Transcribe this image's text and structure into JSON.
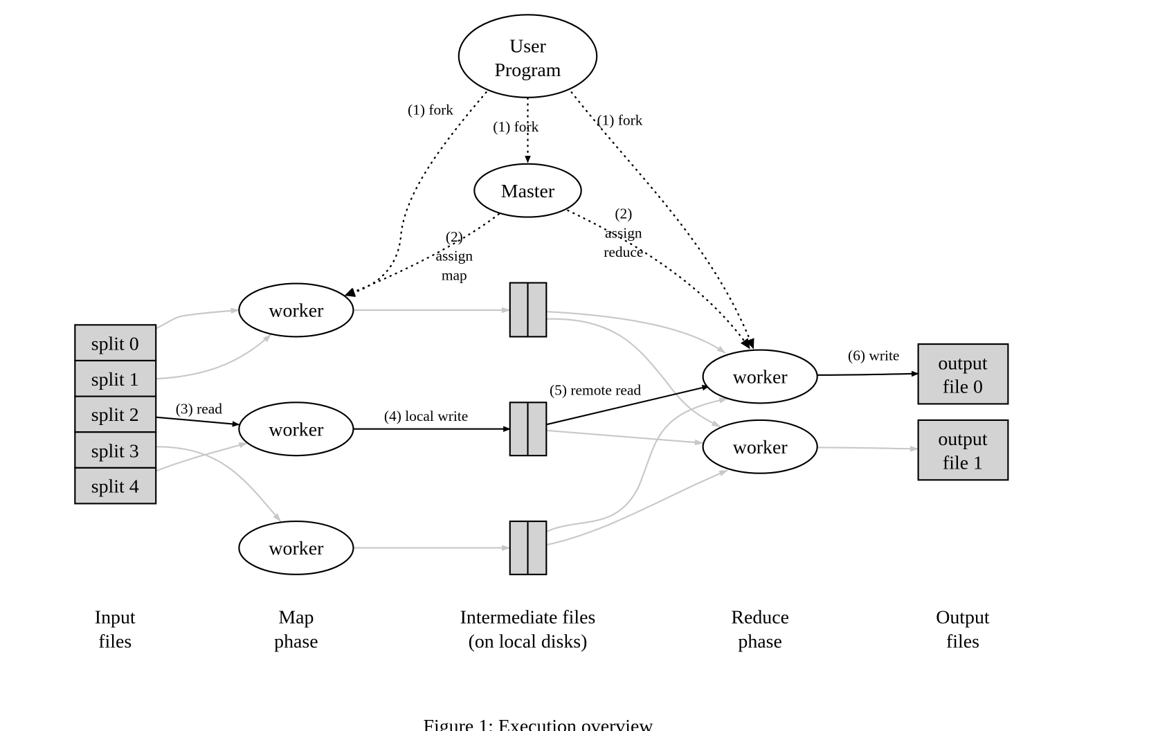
{
  "nodes": {
    "user_program": [
      "User",
      "Program"
    ],
    "master": "Master",
    "map_workers": [
      "worker",
      "worker",
      "worker"
    ],
    "reduce_workers": [
      "worker",
      "worker"
    ],
    "splits": [
      "split 0",
      "split 1",
      "split 2",
      "split 3",
      "split 4"
    ],
    "outputs": [
      [
        "output",
        "file 0"
      ],
      [
        "output",
        "file 1"
      ]
    ]
  },
  "edge_labels": {
    "fork_left": "(1) fork",
    "fork_center": "(1) fork",
    "fork_right": "(1) fork",
    "assign_map": [
      "(2)",
      "assign",
      "map"
    ],
    "assign_reduce": [
      "(2)",
      "assign",
      "reduce"
    ],
    "read": "(3) read",
    "local_write": "(4) local write",
    "remote_read": "(5) remote read",
    "write": "(6) write"
  },
  "column_labels": [
    [
      "Input",
      "files"
    ],
    [
      "Map",
      "phase"
    ],
    [
      "Intermediate files",
      "(on local disks)"
    ],
    [
      "Reduce",
      "phase"
    ],
    [
      "Output",
      "files"
    ]
  ],
  "caption": "Figure 1: Execution overview",
  "colors": {
    "file_fill": "#d3d3d3",
    "inactive_edge": "#c8c8c8",
    "active_edge": "#000000"
  }
}
